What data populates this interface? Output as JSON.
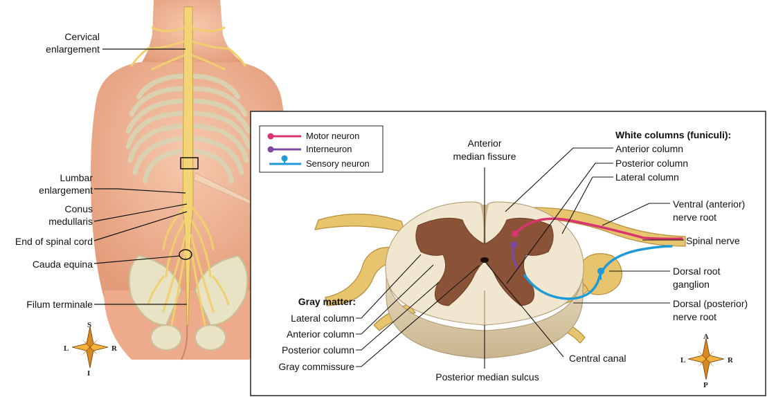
{
  "body_labels": {
    "cervical_line1": "Cervical",
    "cervical_line2": "enlargement",
    "lumbar_line1": "Lumbar",
    "lumbar_line2": "enlargement",
    "conus_line1": "Conus",
    "conus_line2": "medullaris",
    "end_cord": "End of spinal cord",
    "cauda": "Cauda equina",
    "filum": "Filum terminale"
  },
  "body_compass": {
    "top": "S",
    "bottom": "I",
    "left": "L",
    "right": "R"
  },
  "legend": [
    {
      "label": "Motor neuron",
      "color": "#d6356f"
    },
    {
      "label": "Interneuron",
      "color": "#7c4a9e"
    },
    {
      "label": "Sensory neuron",
      "color": "#1f9ad8"
    }
  ],
  "section_labels": {
    "fissure_line1": "Anterior",
    "fissure_line2": "median fissure",
    "white_heading": "White columns (funiculi):",
    "white_anterior": "Anterior column",
    "white_posterior": "Posterior column",
    "white_lateral": "Lateral column",
    "ventral_line1": "Ventral (anterior)",
    "ventral_line2": "nerve root",
    "spinal_nerve": "Spinal nerve",
    "drg_line1": "Dorsal root",
    "drg_line2": "ganglion",
    "dorsal_line1": "Dorsal (posterior)",
    "dorsal_line2": "nerve root",
    "gray_heading": "Gray matter:",
    "gray_lateral": "Lateral column",
    "gray_anterior": "Anterior column",
    "gray_posterior": "Posterior column",
    "gray_commissure": "Gray commissure",
    "posterior_sulcus": "Posterior median sulcus",
    "central_canal": "Central canal"
  },
  "section_compass": {
    "top": "A",
    "bottom": "P",
    "left": "L",
    "right": "R"
  },
  "colors": {
    "skin": "#f2b594",
    "skin_dark": "#e49c78",
    "nerve": "#f3d477",
    "nerve_dark": "#c9a24a",
    "bone": "#e8e3c4",
    "white_matter": "#f1e6cf",
    "gray_matter": "#8a5236"
  }
}
